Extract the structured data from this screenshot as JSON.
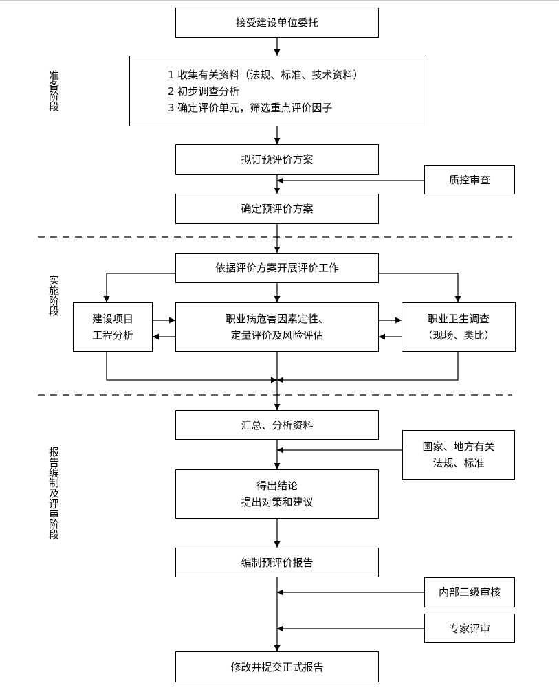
{
  "stages": {
    "prep": "准备阶段",
    "impl": "实施阶段",
    "report": "报告编制及评审阶段"
  },
  "boxes": {
    "accept": "接受建设单位委托",
    "collect": [
      "1  收集有关资料（法规、标准、技术资料）",
      "2  初步调查分析",
      "3  确定评价单元，筛选重点评价因子"
    ],
    "draft_plan": "拟订预评价方案",
    "qc_review": "质控审查",
    "confirm_plan": "确定预评价方案",
    "start_work": "依据评价方案开展评价工作",
    "project_analysis": [
      "建设项目",
      "工程分析"
    ],
    "hazard_eval": [
      "职业病危害因素定性、",
      "定量评价及风险评估"
    ],
    "hygiene_survey": [
      "职业卫生调查",
      "（现场、类比）"
    ],
    "summarize": "汇总、分析资料",
    "regulations": [
      "国家、地方有关",
      "法规、标准"
    ],
    "conclusion": [
      "得出结论",
      "提出对策和建议"
    ],
    "compile_report": "编制预评价报告",
    "internal_review": "内部三级审核",
    "expert_review": "专家评审",
    "final_report": "修改并提交正式报告"
  }
}
